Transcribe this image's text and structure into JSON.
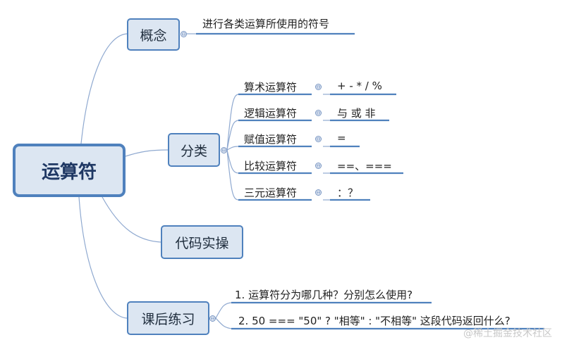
{
  "root": {
    "label": "运算符"
  },
  "concept": {
    "label": "概念",
    "description": "进行各类运算所使用的符号"
  },
  "classification": {
    "label": "分类",
    "items": [
      {
        "name": "算术运算符",
        "symbols": "+ - * / %"
      },
      {
        "name": "逻辑运算符",
        "symbols": "与 或 非"
      },
      {
        "name": "赋值运算符",
        "symbols": "="
      },
      {
        "name": "比较运算符",
        "symbols": "==、==="
      },
      {
        "name": "三元运算符",
        "symbols": "：？"
      }
    ]
  },
  "code_practice": {
    "label": "代码实操"
  },
  "homework": {
    "label": "课后练习",
    "questions": [
      "1. 运算符分为哪几种？分别怎么使用?",
      "2. 50 === \"50\" ? \"相等\" : \"不相等\"  这段代码返回什么?"
    ]
  },
  "collapse_symbol": "⊖",
  "watermark": "@稀土掘金技术社区",
  "colors": {
    "node_fill": "#dce6f2",
    "node_border": "#4f81bd",
    "line": "#4f81bd",
    "connector": "#8fa9d0"
  }
}
